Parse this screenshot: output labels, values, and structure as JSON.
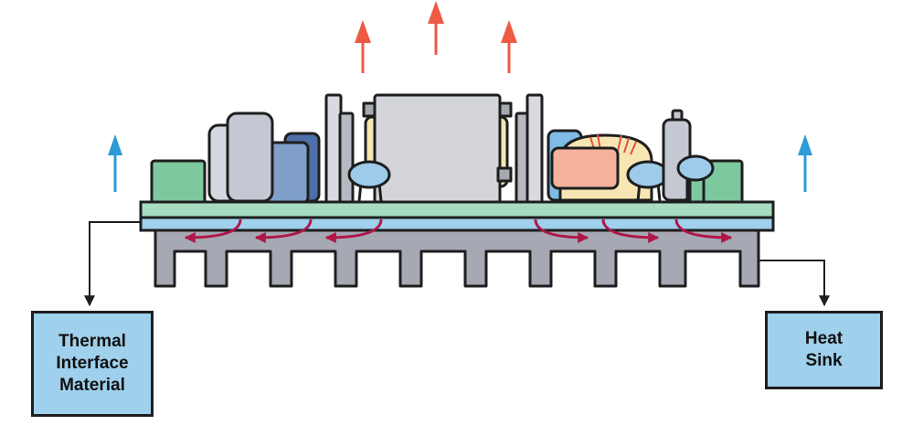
{
  "labels": {
    "thermal_interface_material": [
      "Thermal",
      "Interface",
      "Material"
    ],
    "heat_sink": [
      "Heat",
      "Sink"
    ]
  },
  "colors": {
    "heat_arrow": "#ef5a45",
    "ambient_arrow": "#2e9bd6",
    "heat_flow_arrow": "#b01648",
    "heatsink": "#a6a8b3",
    "pcb": "#a8dcc0",
    "tim_layer": "#9fd0ec",
    "label_box": "#9fd0ec",
    "outline": "#1e1e1e"
  }
}
